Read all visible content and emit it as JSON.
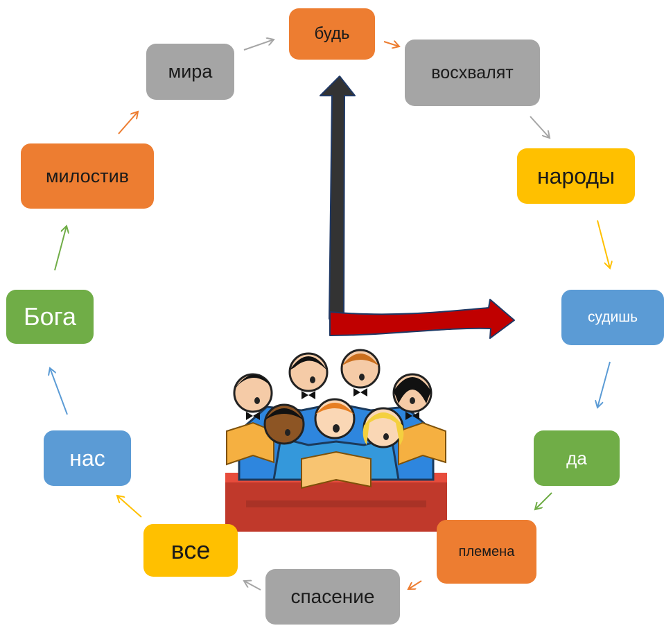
{
  "cycle": {
    "nodes": [
      {
        "id": "bud",
        "label": "будь"
      },
      {
        "id": "voskhvalyat",
        "label": "восхвалят"
      },
      {
        "id": "narody",
        "label": "народы"
      },
      {
        "id": "sudish",
        "label": "судишь"
      },
      {
        "id": "da",
        "label": "да"
      },
      {
        "id": "plemena",
        "label": "племена"
      },
      {
        "id": "spasenie",
        "label": "спасение"
      },
      {
        "id": "vse",
        "label": "все"
      },
      {
        "id": "nas",
        "label": "нас"
      },
      {
        "id": "boga",
        "label": "Бога"
      },
      {
        "id": "milostiv",
        "label": "милостив"
      },
      {
        "id": "mira",
        "label": "мира"
      }
    ]
  },
  "colors": {
    "orange": "#ED7D31",
    "gray": "#A5A5A5",
    "yellow": "#FFC000",
    "blue": "#5B9BD5",
    "green": "#70AD47",
    "big_arrow_up": "#333333",
    "big_arrow_right": "#C00000"
  },
  "illustration": {
    "icon": "children-choir-illustration"
  }
}
